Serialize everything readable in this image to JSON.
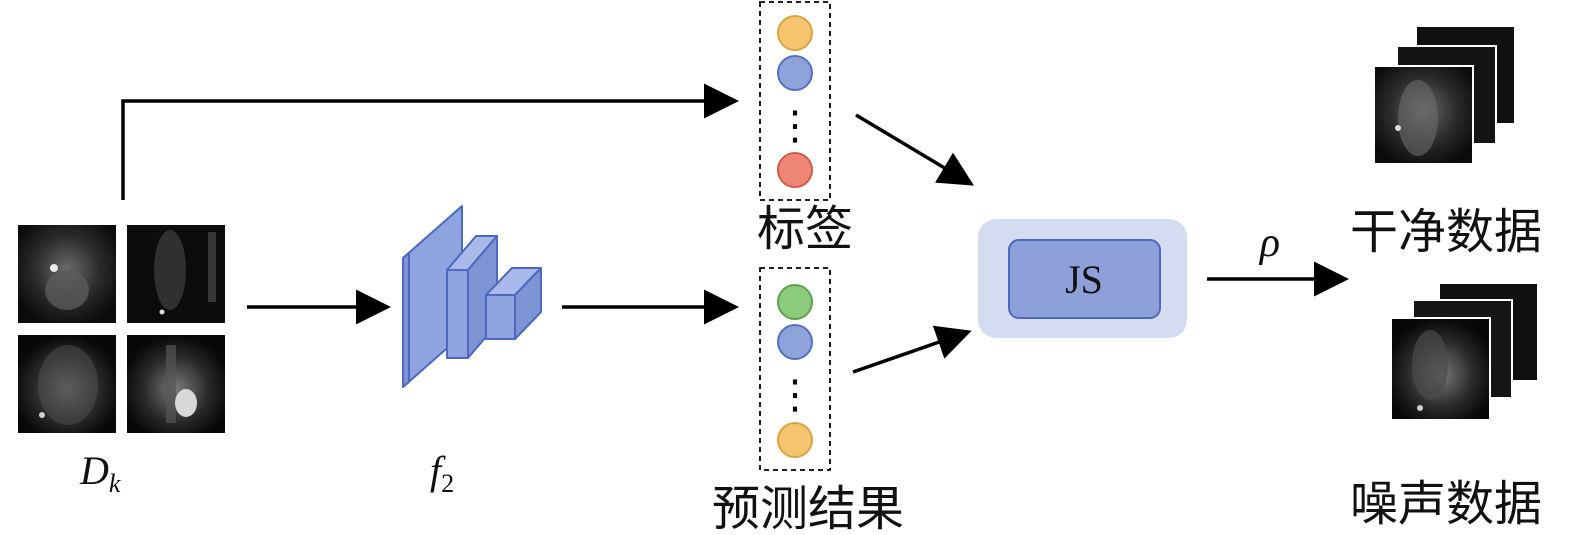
{
  "input": {
    "symbol_main": "D",
    "symbol_sub": "k"
  },
  "network": {
    "symbol_main": "f",
    "symbol_sub": "2"
  },
  "vectors": {
    "labels_caption": "标签",
    "predictions_caption": "预测结果",
    "ellipsis": "⋮",
    "label_node_colors": [
      "#F6C46E",
      "#8EA3DA",
      "#EE8776"
    ],
    "prediction_node_colors": [
      "#8CCB7C",
      "#8EA3DA",
      "#F6C46E"
    ]
  },
  "js_box": {
    "label": "JS",
    "outer_color": "#D3DCF0",
    "inner_color": "#8EA0DA"
  },
  "output": {
    "rho": "ρ",
    "clean_caption": "干净数据",
    "noisy_caption": "噪声数据"
  },
  "colors": {
    "arrow": "#000000",
    "network_block": "#8FA4DE",
    "network_edge": "#4C68C0"
  }
}
